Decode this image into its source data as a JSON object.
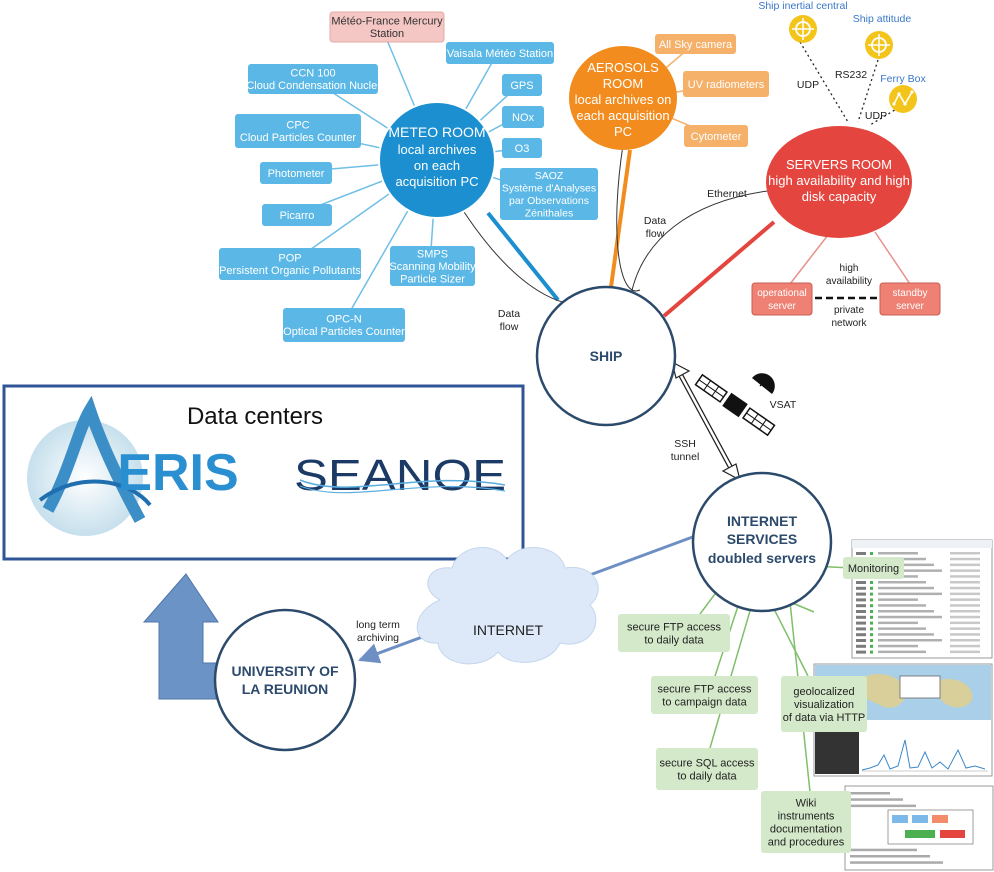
{
  "meteo_room": {
    "title": "METEO ROOM",
    "lines": [
      "local archives",
      "on each",
      "acquisition PC"
    ],
    "color": "#1b8fcf",
    "instruments": [
      {
        "id": "mercury",
        "lines": [
          "Météo-France Mercury",
          "Station"
        ],
        "color": "#f4c6c4"
      },
      {
        "id": "vaisala",
        "lines": [
          "Vaisala Météo Station"
        ],
        "color": "#5bb8e6"
      },
      {
        "id": "ccn",
        "lines": [
          "CCN 100",
          "Cloud Condensation Nuclei"
        ],
        "color": "#5bb8e6"
      },
      {
        "id": "gps",
        "lines": [
          "GPS"
        ],
        "color": "#5bb8e6"
      },
      {
        "id": "nox",
        "lines": [
          "NOx"
        ],
        "color": "#5bb8e6"
      },
      {
        "id": "cpc",
        "lines": [
          "CPC",
          "Cloud Particles Counter"
        ],
        "color": "#5bb8e6"
      },
      {
        "id": "o3",
        "lines": [
          "O3"
        ],
        "color": "#5bb8e6"
      },
      {
        "id": "photometer",
        "lines": [
          "Photometer"
        ],
        "color": "#5bb8e6"
      },
      {
        "id": "saoz",
        "lines": [
          "SAOZ",
          "Système d'Analyses",
          "par Observations",
          "Zénithales"
        ],
        "color": "#5bb8e6"
      },
      {
        "id": "picarro",
        "lines": [
          "Picarro"
        ],
        "color": "#5bb8e6"
      },
      {
        "id": "pop",
        "lines": [
          "POP",
          "Persistent Organic Pollutants"
        ],
        "color": "#5bb8e6"
      },
      {
        "id": "smps",
        "lines": [
          "SMPS",
          "Scanning Mobility",
          "Particle Sizer"
        ],
        "color": "#5bb8e6"
      },
      {
        "id": "opcn",
        "lines": [
          "OPC-N",
          "Optical Particles Counter"
        ],
        "color": "#5bb8e6"
      }
    ]
  },
  "aerosols_room": {
    "title": "AEROSOLS",
    "lines": [
      "ROOM",
      "local archives on",
      "each acquisition",
      "PC"
    ],
    "color": "#f28c1e",
    "instruments": [
      {
        "id": "allsky",
        "lines": [
          "All Sky camera"
        ]
      },
      {
        "id": "uvrad",
        "lines": [
          "UV radiometers"
        ]
      },
      {
        "id": "cyto",
        "lines": [
          "Cytometer"
        ]
      }
    ]
  },
  "servers_room": {
    "lines": [
      "SERVERS ROOM",
      "high availability and high",
      "disk capacity"
    ],
    "color": "#e4463f",
    "operational": [
      "operational",
      "server"
    ],
    "standby": [
      "standby",
      "server"
    ],
    "high_availability": [
      "high",
      "availability"
    ],
    "private_network": [
      "private",
      "network"
    ]
  },
  "ship_sensors": {
    "inertial": "Ship inertial central",
    "attitude": "Ship attitude",
    "ferry": "Ferry Box",
    "udp1": "UDP",
    "rs232": "RS232",
    "udp2": "UDP",
    "color": "#f3c51b"
  },
  "ship": {
    "label": "SHIP"
  },
  "links": {
    "data_flow_left": [
      "Data",
      "flow"
    ],
    "data_flow_mid": [
      "Data",
      "flow"
    ],
    "ethernet": "Ethernet",
    "vsat": "VSAT",
    "ssh": [
      "SSH",
      "tunnel"
    ],
    "long_term": [
      "long term",
      "archiving"
    ]
  },
  "data_centers": {
    "title": "Data centers",
    "aeris": "ERIS",
    "seanoe": "SEANOE"
  },
  "internet_cloud": {
    "label": "INTERNET"
  },
  "internet_services": {
    "lines": [
      "INTERNET",
      "SERVICES",
      "doubled servers"
    ],
    "services": [
      {
        "id": "monitoring",
        "lines": [
          "Monitoring"
        ]
      },
      {
        "id": "ftp_daily",
        "lines": [
          "secure FTP access",
          "to daily data"
        ]
      },
      {
        "id": "ftp_campaign",
        "lines": [
          "secure FTP access",
          "to campaign data"
        ]
      },
      {
        "id": "sql_daily",
        "lines": [
          "secure SQL access",
          "to daily data"
        ]
      },
      {
        "id": "geoloc",
        "lines": [
          "geolocalized",
          "visualization",
          "of data via HTTP"
        ]
      },
      {
        "id": "wiki",
        "lines": [
          "Wiki",
          "instruments",
          "documentation",
          "and procedures"
        ]
      }
    ],
    "color": "#d4e9c9"
  },
  "university": {
    "lines": [
      "UNIVERSITY OF",
      "LA REUNION"
    ]
  }
}
